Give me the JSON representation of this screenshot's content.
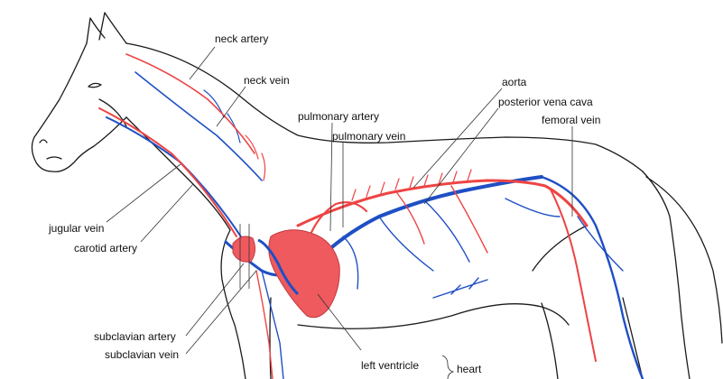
{
  "colors": {
    "artery": "#ee4444",
    "vein": "#1f4fc4",
    "heart": "#ef5a5f",
    "outline": "#1a1a1a"
  },
  "labels": {
    "neck_artery": "neck artery",
    "neck_vein": "neck vein",
    "aorta": "aorta",
    "posterior_vena_cava": "posterior vena cava",
    "pulmonary_artery": "pulmonary artery",
    "pulmonary_vein": "pulmonary vein",
    "femoral_vein": "femoral vein",
    "jugular_vein": "jugular vein",
    "carotid_artery": "carotid artery",
    "subclavian_artery": "subclavian artery",
    "subclavian_vein": "subclavian vein",
    "left_ventricle": "left ventricle",
    "heart": "heart"
  }
}
